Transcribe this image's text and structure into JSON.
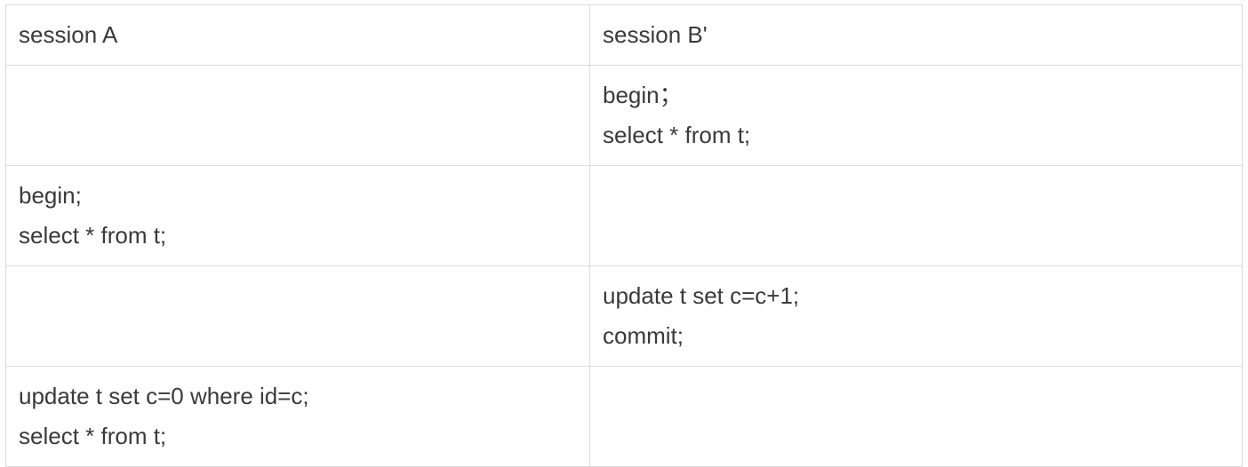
{
  "table": {
    "headers": [
      "session A",
      "session B'"
    ],
    "rows": [
      {
        "a": [],
        "b": [
          "begin；",
          "select * from t;"
        ]
      },
      {
        "a": [
          "begin;",
          "select * from t;"
        ],
        "b": []
      },
      {
        "a": [],
        "b": [
          "update t set c=c+1;",
          "commit;"
        ]
      },
      {
        "a": [
          "update t set c=0 where id=c;",
          "select * from t;"
        ],
        "b": []
      }
    ]
  }
}
